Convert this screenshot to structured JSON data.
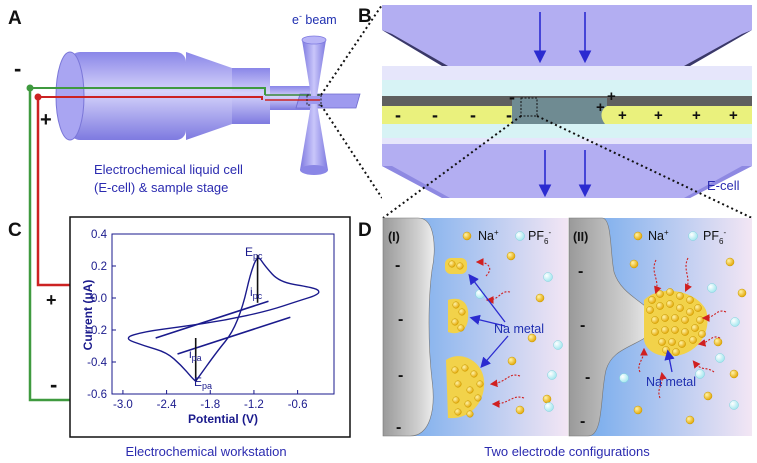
{
  "panels": {
    "a": "A",
    "b": "B",
    "c": "C",
    "d": "D"
  },
  "panel_a": {
    "caption_line1": "Electrochemical liquid cell",
    "caption_line2": "(E-cell) & sample stage",
    "beam_label": "e",
    "beam_label_sup": "-",
    "beam_label_suffix": " beam",
    "minus_sign": "-",
    "plus_sign": "+"
  },
  "panel_b": {
    "ecell_label": "E-cell",
    "bottom_signs": [
      "-",
      "-",
      "-",
      "-",
      "-"
    ],
    "top_signs": [
      "+",
      "+",
      "+",
      "+",
      "+",
      "+"
    ]
  },
  "panel_c": {
    "caption": "Electrochemical  workstation",
    "ylabel": "Current (μA)",
    "xlabel": "Potential (V)",
    "plus_sign": "+",
    "minus_sign": "-",
    "epc_main": "E",
    "epc_sub": "pc",
    "ipc_main": "i",
    "ipc_sub": "pc",
    "ipa_main": "i",
    "ipa_sub": "pa",
    "epa_main": "E",
    "epa_sub": "pa"
  },
  "chart_data": {
    "type": "line",
    "title": "",
    "xlabel": "Potential (V)",
    "ylabel": "Current (μA)",
    "xlim": [
      -3.15,
      -0.1
    ],
    "ylim": [
      -0.6,
      0.4
    ],
    "x_ticks": [
      "-3.0",
      "-2.4",
      "-1.8",
      "-1.2",
      "-0.6"
    ],
    "y_ticks": [
      "0.4",
      "0.2",
      "0.0",
      "-0.2",
      "-0.4",
      "-0.6"
    ],
    "series": [
      {
        "x": [
          -2.0,
          -1.7,
          -1.5,
          -1.35,
          -1.25,
          -1.15,
          -1.05,
          -0.85,
          -0.45,
          -0.3,
          -0.32,
          -0.6,
          -1.0,
          -1.6,
          -2.2,
          -2.7,
          -3.0,
          -2.7,
          -2.4,
          -2.2,
          -2.05,
          -2.0
        ],
        "y": [
          -0.52,
          -0.33,
          -0.22,
          -0.05,
          0.15,
          0.27,
          0.2,
          0.1,
          0.07,
          0.05,
          0.02,
          -0.02,
          -0.08,
          -0.14,
          -0.18,
          -0.21,
          -0.25,
          -0.3,
          -0.34,
          -0.42,
          -0.5,
          -0.52
        ]
      }
    ],
    "baselines": [
      {
        "x": [
          -2.25,
          -0.7
        ],
        "y": [
          -0.35,
          -0.12
        ]
      },
      {
        "x": [
          -2.55,
          -1.0
        ],
        "y": [
          -0.25,
          -0.02
        ]
      }
    ],
    "peaks": [
      {
        "label": "E_pc",
        "x": -1.15,
        "y": 0.27
      },
      {
        "label": "E_pa",
        "x": -2.0,
        "y": -0.52
      }
    ],
    "colors": {
      "curve": "#1a1a8c",
      "ipc_bar": "#111111"
    }
  },
  "panel_d": {
    "caption": "Two electrode configurations",
    "left": {
      "label": "(I)",
      "na_text": "Na metal",
      "ion_na": "Na",
      "ion_na_sup": "+",
      "ion_pf": "PF",
      "ion_pf_sub": "6",
      "ion_pf_sup": "-"
    },
    "right": {
      "label": "(II)",
      "na_text": "Na metal",
      "ion_na": "Na",
      "ion_na_sup": "+",
      "ion_pf": "PF",
      "ion_pf_sub": "6",
      "ion_pf_sup": "-"
    },
    "minus_sign": "-"
  },
  "colors": {
    "lavender": "#b7b2f2",
    "yellow_film": "#e8f07a",
    "gold": "#f2c12e",
    "cyan_ion": "#bff0f4",
    "red_wire": "#cc2222",
    "green_wire": "#3f9a3f"
  }
}
